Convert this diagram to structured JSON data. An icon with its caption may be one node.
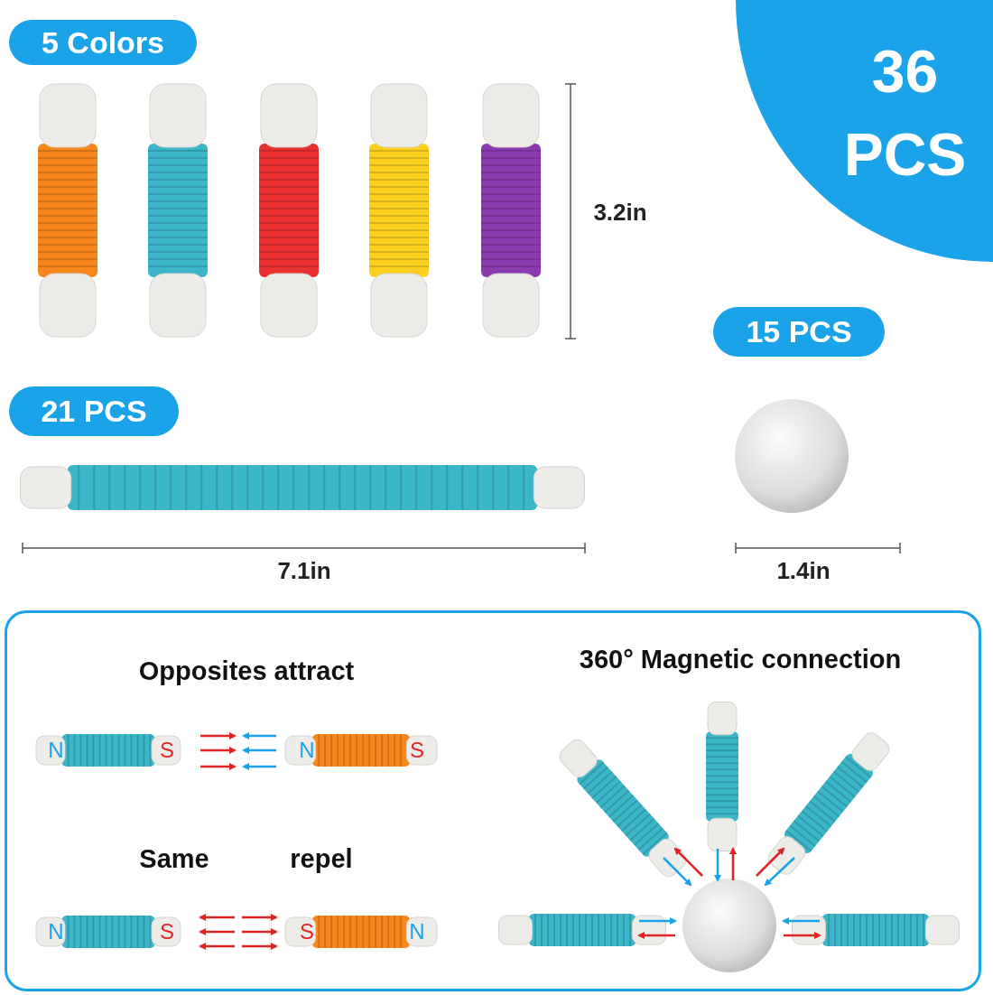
{
  "diagram": {
    "nodes": [
      {
        "text": [
          "5 Colors"
        ]
      },
      {
        "text": [
          "36 PCS"
        ]
      },
      {
        "text": [
          "15 PCS"
        ]
      },
      {
        "text": [
          "21 PCS"
        ]
      },
      {
        "text": [
          "Opposites attract",
          "360° Magnetic connection",
          "Same",
          "repel"
        ]
      }
    ],
    "labels": [
      "3.2in",
      "7.1in",
      "1.4in",
      "N",
      "S",
      "N",
      "S",
      "N",
      "S",
      "S",
      "N"
    ]
  }
}
